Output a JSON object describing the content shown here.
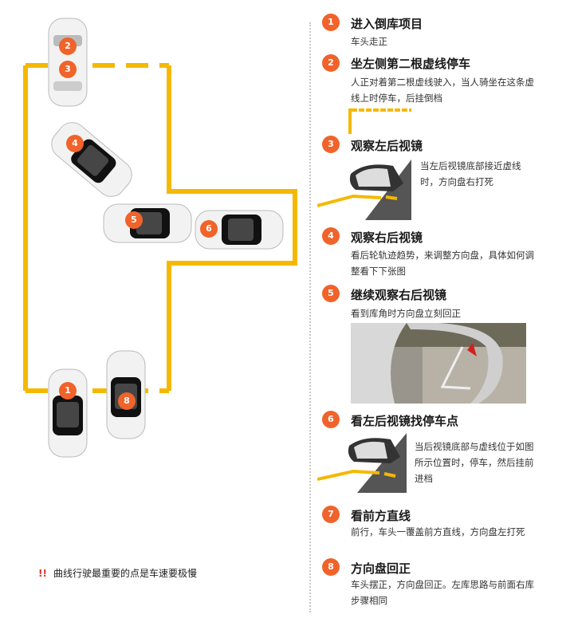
{
  "colors": {
    "accent": "#f0632a",
    "lane": "#f5b800",
    "warning": "#e0302a"
  },
  "diagram": {
    "car_labels": [
      "2",
      "3",
      "4",
      "5",
      "6",
      "1",
      "8"
    ]
  },
  "steps": [
    {
      "num": "1",
      "title": "进入倒库项目",
      "desc": "车头走正"
    },
    {
      "num": "2",
      "title": "坐左侧第二根虚线停车",
      "desc": "人正对着第二根虚线驶入，当人骑坐在这条虚线上时停车，后挂倒档"
    },
    {
      "num": "3",
      "title": "观察左后视镜",
      "desc": "当左后视镜底部接近虚线时，方向盘右打死"
    },
    {
      "num": "4",
      "title": "观察右后视镜",
      "desc": "看后轮轨迹趋势，来调整方向盘，具体如何调整看下下张图"
    },
    {
      "num": "5",
      "title": "继续观察右后视镜",
      "desc": "看到库角时方向盘立刻回正"
    },
    {
      "num": "6",
      "title": "看左后视镜找停车点",
      "desc": "当后视镜底部与虚线位于如图所示位置时，停车，然后挂前进档"
    },
    {
      "num": "7",
      "title": "看前方直线",
      "desc": "前行，车头一覆盖前方直线，方向盘左打死"
    },
    {
      "num": "8",
      "title": "方向盘回正",
      "desc": "车头摆正，方向盘回正。左库思路与前面右库步骤相同"
    }
  ],
  "warning": {
    "mark": "!!",
    "text": "曲线行驶最重要的点是车速要极慢"
  }
}
